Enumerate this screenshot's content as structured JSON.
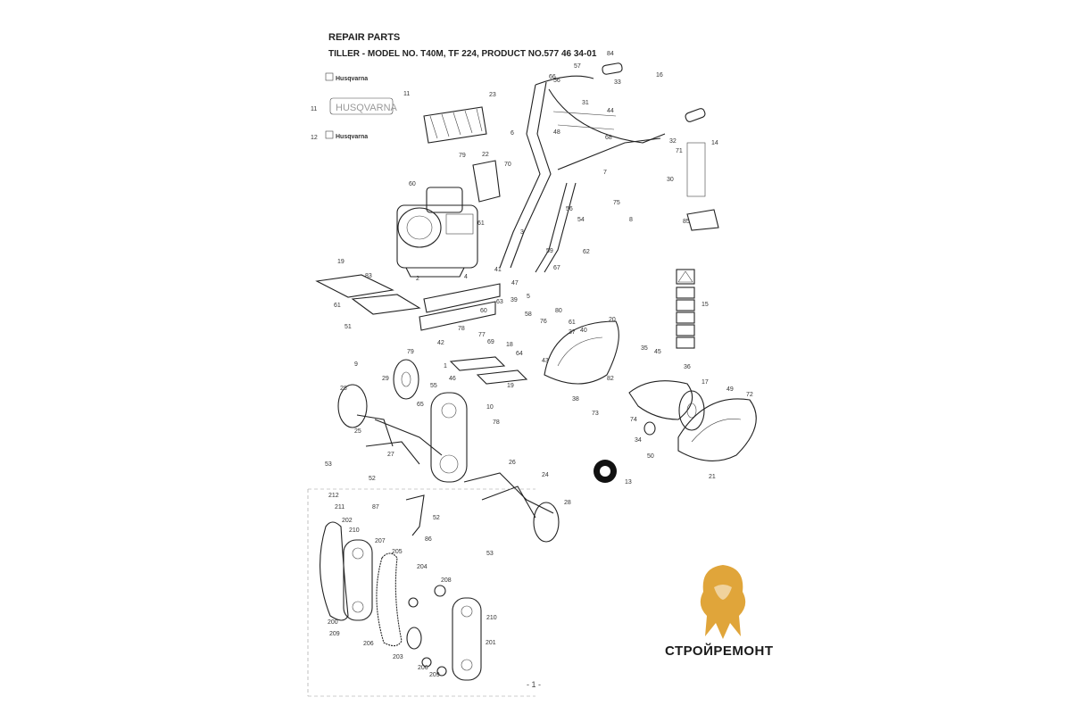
{
  "header": {
    "title": "REPAIR PARTS",
    "subtitle": "TILLER - MODEL NO. T40M, TF 224, PRODUCT NO.577 46 34-01"
  },
  "decals": {
    "brand_top": "Husqvarna",
    "brand_bottom": "Husqvarna"
  },
  "parts_labels": [
    "1",
    "2",
    "3",
    "4",
    "5",
    "6",
    "7",
    "8",
    "9",
    "10",
    "11",
    "12",
    "13",
    "14",
    "15",
    "16",
    "17",
    "18",
    "19",
    "20",
    "21",
    "22",
    "23",
    "24",
    "25",
    "26",
    "27",
    "28",
    "29",
    "30",
    "31",
    "32",
    "33",
    "34",
    "35",
    "36",
    "37",
    "38",
    "39",
    "40",
    "41",
    "42",
    "43",
    "44",
    "45",
    "46",
    "47",
    "48",
    "49",
    "50",
    "51",
    "52",
    "53",
    "54",
    "55",
    "56",
    "57",
    "58",
    "59",
    "60",
    "61",
    "62",
    "63",
    "64",
    "65",
    "66",
    "67",
    "68",
    "69",
    "70",
    "71",
    "72",
    "73",
    "74",
    "75",
    "76",
    "77",
    "78",
    "79",
    "80",
    "82",
    "83",
    "84",
    "85",
    "86",
    "87",
    "200",
    "201",
    "202",
    "203",
    "204",
    "205",
    "206",
    "207",
    "208",
    "209",
    "210",
    "211",
    "212"
  ],
  "logo": {
    "name": "СТРОЙРЕМОНТ",
    "gold": "#E0A53A",
    "dark": "#1a1a1a"
  },
  "footer": {
    "page": "- 1 -"
  }
}
